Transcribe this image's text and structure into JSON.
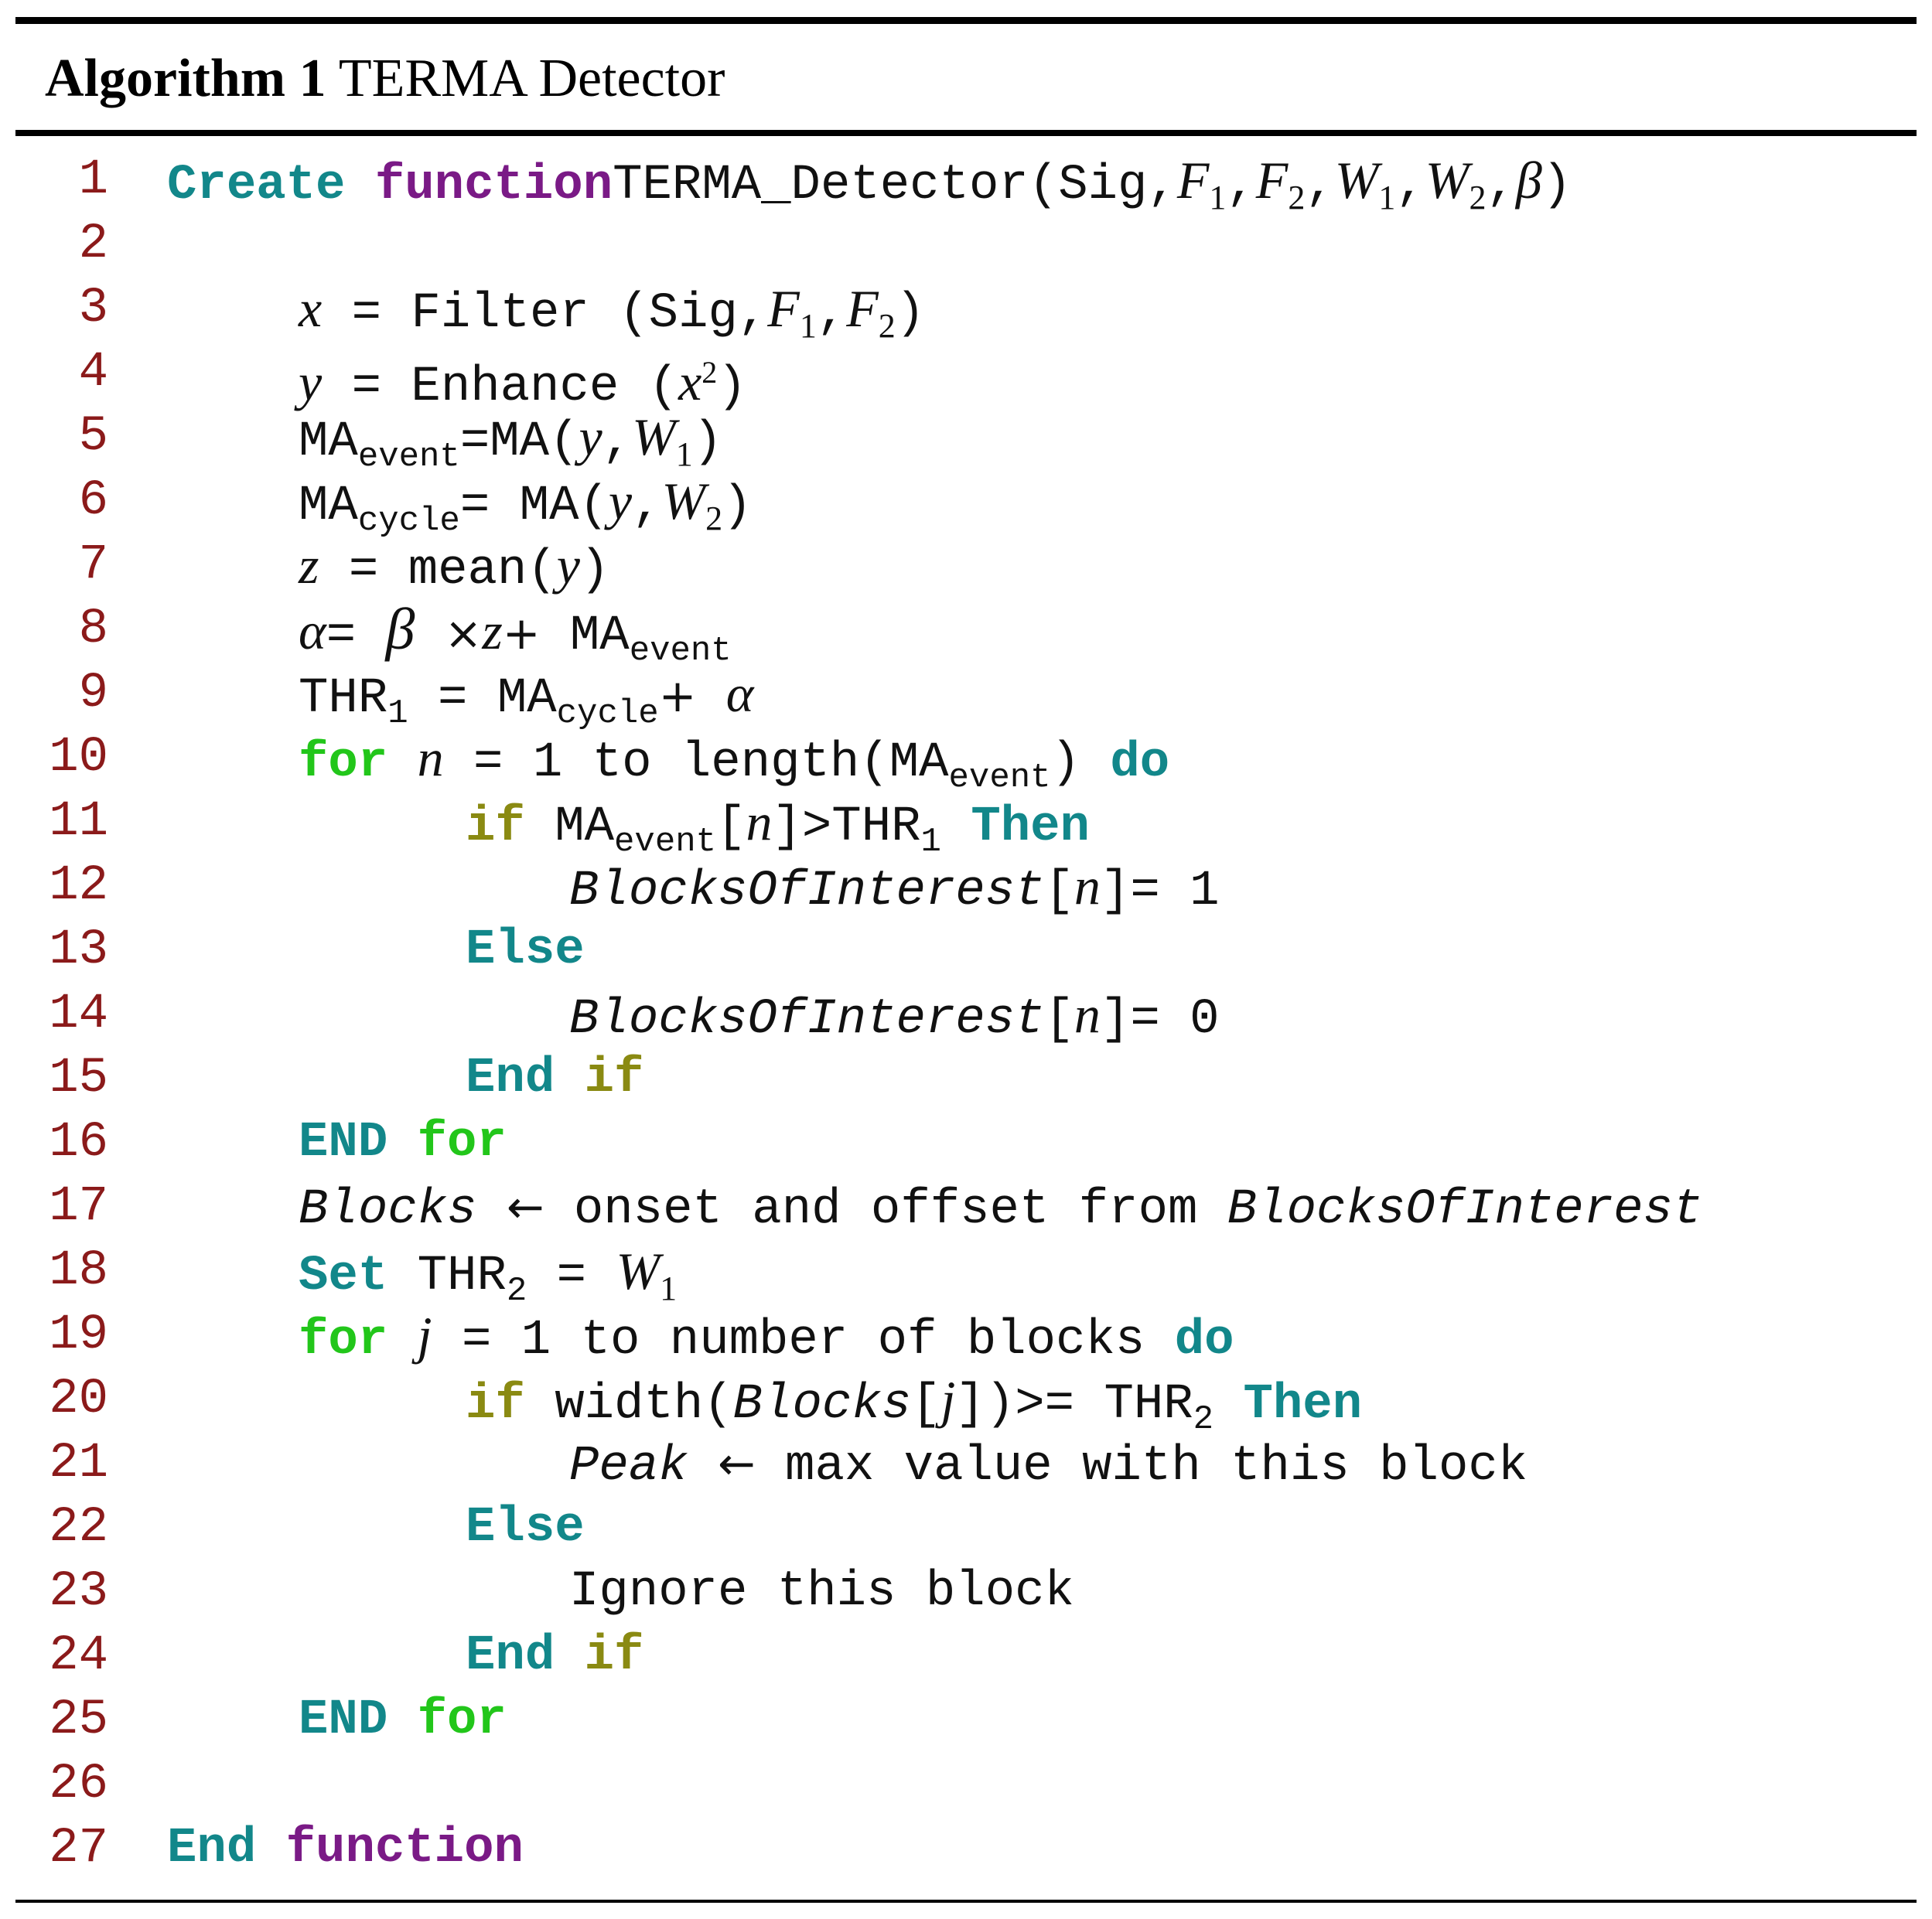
{
  "caption": {
    "label": "Algorithm 1",
    "title": "TERMA Detector"
  },
  "colors": {
    "keyword_teal": "#12878a",
    "keyword_purple": "#7a1a86",
    "keyword_green": "#22c61a",
    "keyword_olive": "#8a8a12",
    "line_number": "#8b1a1a"
  },
  "line_numbers": [
    "1",
    "2",
    "3",
    "4",
    "5",
    "6",
    "7",
    "8",
    "9",
    "10",
    "11",
    "12",
    "13",
    "14",
    "15",
    "16",
    "17",
    "18",
    "19",
    "20",
    "21",
    "22",
    "23",
    "24",
    "25",
    "26",
    "27"
  ],
  "code": {
    "l1": {
      "kw1": "Create",
      "kw2": "function",
      "name": "TERMA_Detector(Sig,",
      "F": "F",
      "W": "W",
      "s1": "1",
      "s2": "2",
      "beta": "β",
      "close": ")"
    },
    "l3": {
      "x": "x",
      "eq": "=",
      "fn": "Filter",
      "args": "(Sig,",
      "F": "F",
      "s1": "1",
      "s2": "2"
    },
    "l4": {
      "y": "y",
      "eq": "=",
      "fn": "Enhance",
      "x": "x",
      "sup": "2"
    },
    "l5": {
      "ma": "MA",
      "sub": "event",
      "rhs": "=MA(",
      "y": "y",
      "W": "W",
      "s": "1"
    },
    "l6": {
      "ma": "MA",
      "sub": "cycle",
      "rhs": "= MA(",
      "y": "y",
      "W": "W",
      "s": "2"
    },
    "l7": {
      "z": "z",
      "rhs": "= mean(",
      "y": "y"
    },
    "l8": {
      "alpha": "α",
      "eq": "=",
      "beta": "β",
      "times": "×",
      "z": "z",
      "plus": "+",
      "ma": "MA",
      "sub": "event"
    },
    "l9": {
      "thr": "THR",
      "s": "1",
      "eq": "= MA",
      "sub": "cycle",
      "plus": "+",
      "alpha": "α"
    },
    "l10": {
      "kw": "for",
      "n": "n",
      "mid": "= 1 to length(MA",
      "sub": "event",
      "close": ")",
      "do": "do"
    },
    "l11": {
      "kw": "if",
      "ma": "MA",
      "sub": "event",
      "idx": "[",
      "n": "n",
      "rest": "]>THR",
      "s": "1",
      "then": "Then"
    },
    "l12": {
      "var": "BlocksOfInterest",
      "idx": "[",
      "n": "n",
      "rest": "]= 1"
    },
    "l13": {
      "kw": "Else"
    },
    "l14": {
      "var": "BlocksOfInterest",
      "idx": "[",
      "n": "n",
      "rest": "]= 0"
    },
    "l15": {
      "kw1": "End",
      "kw2": "if"
    },
    "l16": {
      "kw1": "END",
      "kw2": "for"
    },
    "l17": {
      "var": "Blocks",
      "arrow": "←",
      "mid": "onset and offset from",
      "var2": "BlocksOfInterest"
    },
    "l18": {
      "kw": "Set",
      "thr": "THR",
      "s": "2",
      "eq": "=",
      "W": "W",
      "s1": "1"
    },
    "l19": {
      "kw": "for",
      "j": "j",
      "mid": "= 1 to number of blocks",
      "do": "do"
    },
    "l20": {
      "kw": "if",
      "fn": "width(",
      "var": "Blocks",
      "idx": "[",
      "j": "j",
      "rest": "])>= THR",
      "s": "2",
      "then": "Then"
    },
    "l21": {
      "var": "Peak",
      "arrow": "←",
      "rest": "max value with this block"
    },
    "l22": {
      "kw": "Else"
    },
    "l23": {
      "text": "Ignore this block"
    },
    "l24": {
      "kw1": "End",
      "kw2": "if"
    },
    "l25": {
      "kw1": "END",
      "kw2": "for"
    },
    "l27": {
      "kw1": "End",
      "kw2": "function"
    }
  }
}
